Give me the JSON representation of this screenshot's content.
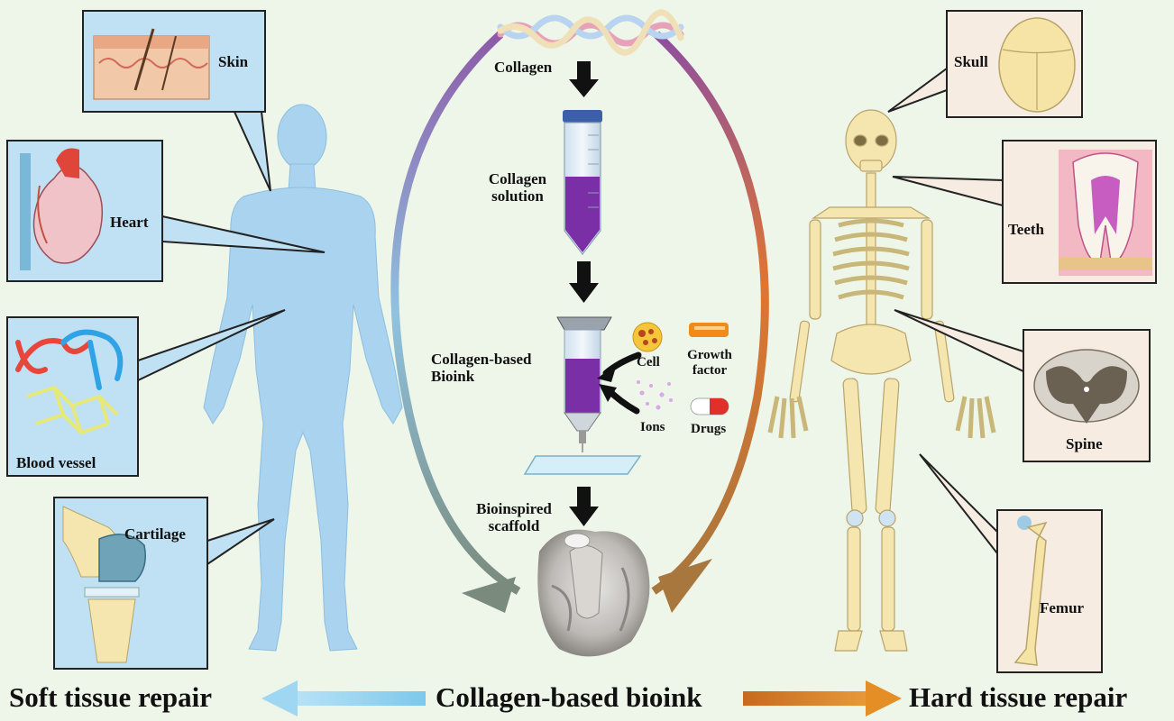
{
  "soft_tissue": {
    "skin": "Skin",
    "heart": "Heart",
    "blood_vessel": "Blood vessel",
    "cartilage": "Cartilage"
  },
  "hard_tissue": {
    "skull": "Skull",
    "teeth": "Teeth",
    "spine": "Spine",
    "femur": "Femur"
  },
  "process": {
    "collagen": "Collagen",
    "collagen_solution_1": "Collagen",
    "collagen_solution_2": "solution",
    "bioink_1": "Collagen-based",
    "bioink_2": "Bioink",
    "cell": "Cell",
    "growth_factor_1": "Growth",
    "growth_factor_2": "factor",
    "ions": "Ions",
    "drugs": "Drugs",
    "scaffold_1": "Bioinspired",
    "scaffold_2": "scaffold"
  },
  "bottom": {
    "left": "Soft tissue repair",
    "center": "Collagen-based bioink",
    "right": "Hard tissue repair"
  },
  "colors": {
    "background": "#eef5e9",
    "body_silhouette": "#a9d3ef",
    "callout_soft_bg": "#bfe1f3",
    "callout_hard_bg": "#f7ece1",
    "bone": "#f4e6ae",
    "bioink_purple": "#7b2fa6",
    "arrow_blue": "#8fd0ee",
    "arrow_orange": "#e08a22"
  }
}
